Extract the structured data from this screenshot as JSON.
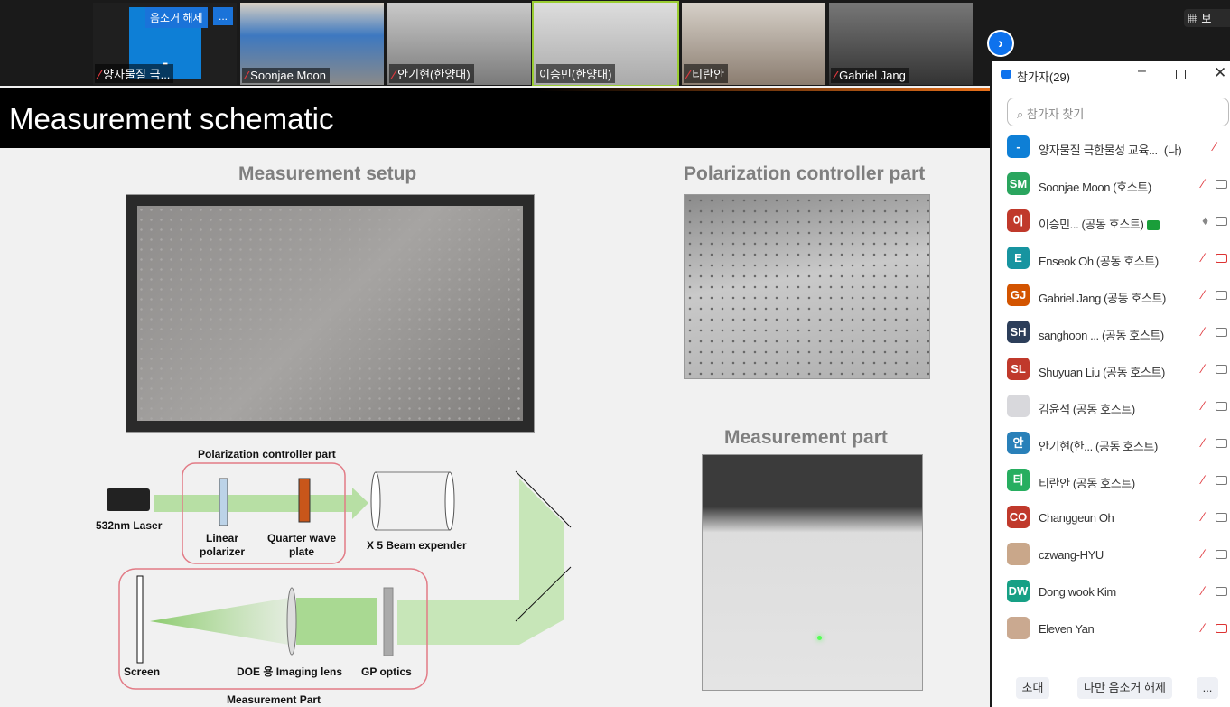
{
  "videos": [
    {
      "name": "양자물질 극...",
      "muted": true
    },
    {
      "name": "Soonjae Moon",
      "muted": true
    },
    {
      "name": "안기현(한양대)",
      "muted": true
    },
    {
      "name": "이승민(한양대)",
      "muted": false
    },
    {
      "name": "티란안",
      "muted": true
    },
    {
      "name": "Gabriel Jang",
      "muted": true
    }
  ],
  "self_tile": {
    "unmute_label": "음소거 해제",
    "more_label": "...",
    "avatar": "-"
  },
  "top_right_label": "보",
  "slide": {
    "title": "Measurement schematic",
    "setup_heading": "Measurement setup",
    "polarization_heading": "Polarization controller part",
    "measurement_heading": "Measurement part",
    "diagram": {
      "polarization_box": "Polarization controller part",
      "laser": "532nm Laser",
      "linear_polarizer": "Linear polarizer",
      "quarter_wave": "Quarter wave plate",
      "beam_expander": "X 5 Beam expender",
      "screen": "Screen",
      "imaging_lens": "DOE 용 Imaging lens",
      "gp_optics": "GP optics",
      "measurement_box": "Measurement Part"
    }
  },
  "panel": {
    "title": "참가자(29)",
    "search_placeholder": "참가자 찾기",
    "participants": [
      {
        "initials": "-",
        "color": "#0e7fd6",
        "name": "양자물질 극한물성 교육...",
        "role": "(나)",
        "mic": "muted",
        "cam": "none"
      },
      {
        "initials": "SM",
        "color": "#2aa55e",
        "name": "Soonjae Moon (호스트)",
        "mic": "muted",
        "cam": "on"
      },
      {
        "initials": "이",
        "color": "#c0392b",
        "name": "이승민... (공동 호스트)",
        "mic": "on",
        "cam": "on",
        "share": true
      },
      {
        "initials": "E",
        "color": "#1794a0",
        "name": "Enseok Oh (공동 호스트)",
        "mic": "muted",
        "cam": "off"
      },
      {
        "initials": "GJ",
        "color": "#d35400",
        "name": "Gabriel Jang (공동 호스트)",
        "mic": "muted",
        "cam": "on"
      },
      {
        "initials": "SH",
        "color": "#2c3e5a",
        "name": "sanghoon ...  (공동 호스트)",
        "mic": "muted",
        "cam": "on"
      },
      {
        "initials": "SL",
        "color": "#c0392b",
        "name": "Shuyuan Liu (공동 호스트)",
        "mic": "muted",
        "cam": "on"
      },
      {
        "initials": "",
        "color": "#d8d8dc",
        "name": "김윤석 (공동 호스트)",
        "mic": "muted",
        "cam": "on"
      },
      {
        "initials": "안",
        "color": "#2980b9",
        "name": "안기현(한...   (공동 호스트)",
        "mic": "muted",
        "cam": "on"
      },
      {
        "initials": "티",
        "color": "#27ae60",
        "name": "티란안 (공동 호스트)",
        "mic": "muted",
        "cam": "on"
      },
      {
        "initials": "CO",
        "color": "#c0392b",
        "name": "Changgeun Oh",
        "mic": "muted",
        "cam": "on"
      },
      {
        "initials": "",
        "color": "#c9a78a",
        "name": "czwang-HYU",
        "mic": "muted",
        "cam": "on"
      },
      {
        "initials": "DW",
        "color": "#16a085",
        "name": "Dong wook Kim",
        "mic": "muted",
        "cam": "on"
      },
      {
        "initials": "",
        "color": "#caa990",
        "name": "Eleven Yan",
        "mic": "muted",
        "cam": "off"
      }
    ],
    "invite_label": "초대",
    "unmute_me_label": "나만 음소거 해제",
    "more_label": "..."
  }
}
